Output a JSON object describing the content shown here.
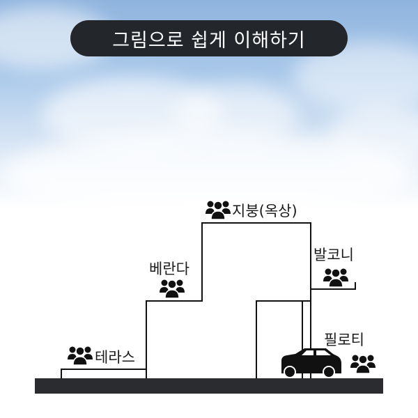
{
  "title": "그림으로 쉽게 이해하기",
  "labels": {
    "terrace": "테라스",
    "veranda": "베란다",
    "roof": "지붕(옥상)",
    "balcony": "발코니",
    "piloti": "필로티"
  },
  "icons": {
    "people": "people-group-icon",
    "car": "car-icon"
  },
  "colors": {
    "pill": "#23272c",
    "ground": "#2a2c30",
    "outline": "#111111"
  }
}
